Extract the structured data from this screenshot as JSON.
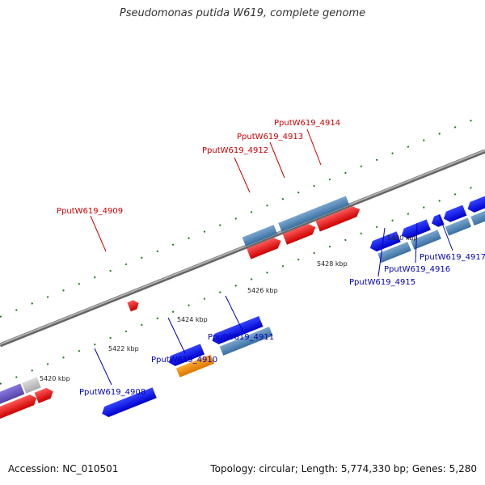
{
  "title": "Pseudomonas putida W619, complete genome",
  "accession": "Accession: NC_010501",
  "stats": "Topology: circular; Length: 5,774,330 bp; Genes: 5,280",
  "colors": {
    "forward_label": "#cc0000",
    "reverse_label": "#0000bb",
    "tick_mark": "#227722",
    "backbone": "#888888"
  },
  "ticks": [
    "5420 kbp",
    "5422 kbp",
    "5424 kbp",
    "5426 kbp",
    "5428 kbp",
    "5430 kbp"
  ],
  "forward_labels": [
    "PputW619_4909",
    "PputW619_4912",
    "PputW619_4913",
    "PputW619_4914"
  ],
  "reverse_labels": [
    "PputW619_4908",
    "PputW619_4910",
    "PputW619_4911",
    "PputW619_4915",
    "PputW619_4916",
    "PputW619_4917"
  ]
}
